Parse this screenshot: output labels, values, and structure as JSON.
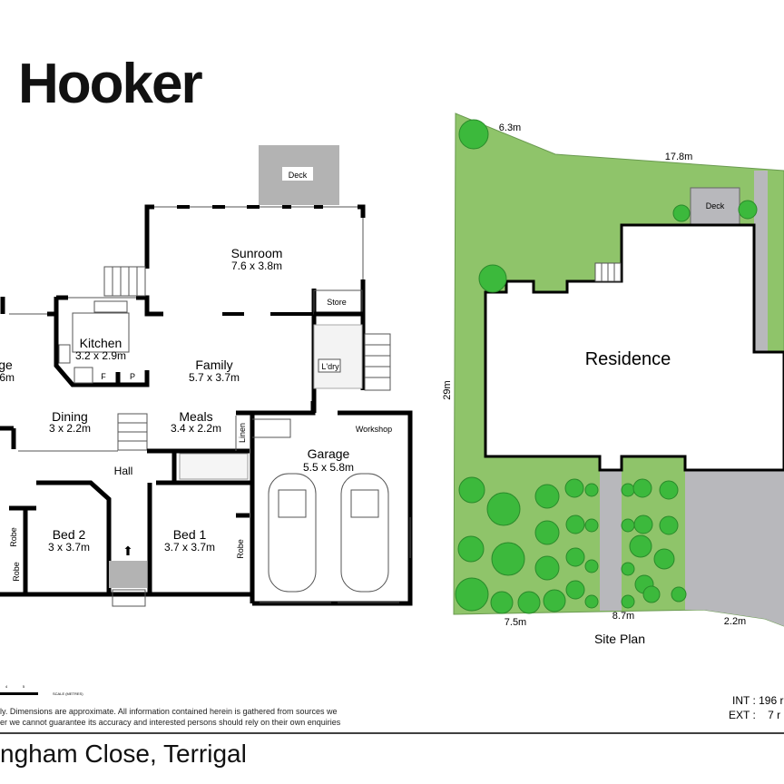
{
  "brand": {
    "logo_text": "Hooker"
  },
  "floor_plan": {
    "rooms": [
      {
        "name": "Deck",
        "size": ""
      },
      {
        "name": "Sunroom",
        "size": "7.6 x 3.8m"
      },
      {
        "name": "Store",
        "size": ""
      },
      {
        "name": "Kitchen",
        "size": "3.2 x 2.9m"
      },
      {
        "name": "Family",
        "size": "5.7 x 3.7m"
      },
      {
        "name": "L'dry",
        "size": ""
      },
      {
        "name": "ge",
        "size": ".6m"
      },
      {
        "name": "Dining",
        "size": "3 x 2.2m"
      },
      {
        "name": "Meals",
        "size": "3.4 x 2.2m"
      },
      {
        "name": "Linen",
        "size": ""
      },
      {
        "name": "Workshop",
        "size": ""
      },
      {
        "name": "Garage",
        "size": "5.5 x 5.8m"
      },
      {
        "name": "Hall",
        "size": ""
      },
      {
        "name": "Bed 2",
        "size": "3 x 3.7m"
      },
      {
        "name": "Bed 1",
        "size": "3.7 x 3.7m"
      },
      {
        "name": "Robe",
        "size": ""
      }
    ],
    "fixtures": {
      "fridge": "F",
      "pantry": "P"
    }
  },
  "site_plan": {
    "title": "Site Plan",
    "residence_label": "Residence",
    "deck_label": "Deck",
    "dimensions": {
      "top_left": "6.3m",
      "top": "17.8m",
      "left": "29m",
      "bottom_left": "7.5m",
      "bottom_mid": "8.7m",
      "bottom_right": "2.2m"
    },
    "colors": {
      "lawn": "#8fc46a",
      "paving": "#b8b8bc",
      "trees": "#3cb93c"
    }
  },
  "scale": {
    "ticks": [
      "4",
      "5"
    ],
    "label": "SCALE (METRES)"
  },
  "disclaimer": [
    "ly. Dimensions are approximate. All information contained herein is gathered from sources we",
    "er we cannot guarantee its accuracy and interested persons should rely on their own enquiries"
  ],
  "areas": {
    "int": "INT : 196 r",
    "ext": "EXT :    7 r"
  },
  "address": "ngham Close, Terrigal"
}
